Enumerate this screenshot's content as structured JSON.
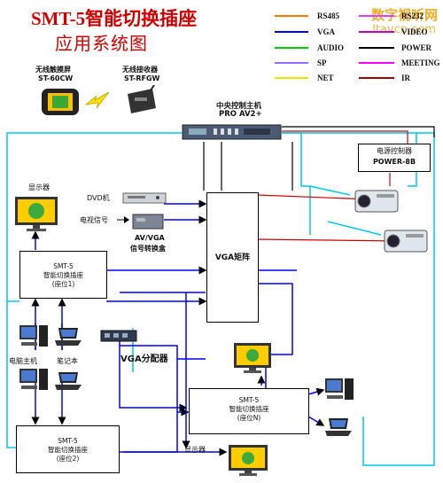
{
  "title": "SMT-5智能切换插座",
  "subtitle": "应用系统图",
  "watermark": {
    "line1": "数字视听网",
    "line2": "ltavcn.com"
  },
  "legend": [
    {
      "label": "RS485",
      "color": "#ff7a00"
    },
    {
      "label": "RS232",
      "color": "#e040ff"
    },
    {
      "label": "VGA",
      "color": "#0000ff"
    },
    {
      "label": "VIDEO",
      "color": "#c000c0"
    },
    {
      "label": "AUDIO",
      "color": "#00cc00"
    },
    {
      "label": "POWER",
      "color": "#000000"
    },
    {
      "label": "SP",
      "color": "#9b6cff"
    },
    {
      "label": "MEETING",
      "color": "#ff00ff"
    },
    {
      "label": "NET",
      "color": "#e6e600"
    },
    {
      "label": "IR",
      "color": "#a00000"
    }
  ],
  "devices": {
    "touch_screen": {
      "name": "无线触摸屏",
      "model": "ST-60CW"
    },
    "receiver": {
      "name": "无线接收器",
      "model": "ST-RFGW"
    },
    "central_host": {
      "name": "中央控制主机",
      "model": "PRO AV2+"
    },
    "power_controller": {
      "name": "电源控制器",
      "model": "POWER-8B"
    },
    "monitor_top": "显示器",
    "dvd": "DVD机",
    "tv_signal": "电视信号",
    "converter": {
      "name": "AV/VGA",
      "model": "信号转换盒"
    },
    "matrix": "VGA矩阵",
    "socket1": {
      "model": "SMT-5",
      "name": "智能切换插座",
      "seat": "(座位1)"
    },
    "socket2": {
      "model": "SMT-5",
      "name": "智能切换插座",
      "seat": "(座位2)"
    },
    "socketN": {
      "model": "SMT-5",
      "name": "智能切换插座",
      "seat": "(座位N)"
    },
    "pc": "电脑主机",
    "laptop": "笔记本",
    "vga_splitter": "VGA分配器",
    "monitor_bottom": "显示器"
  }
}
